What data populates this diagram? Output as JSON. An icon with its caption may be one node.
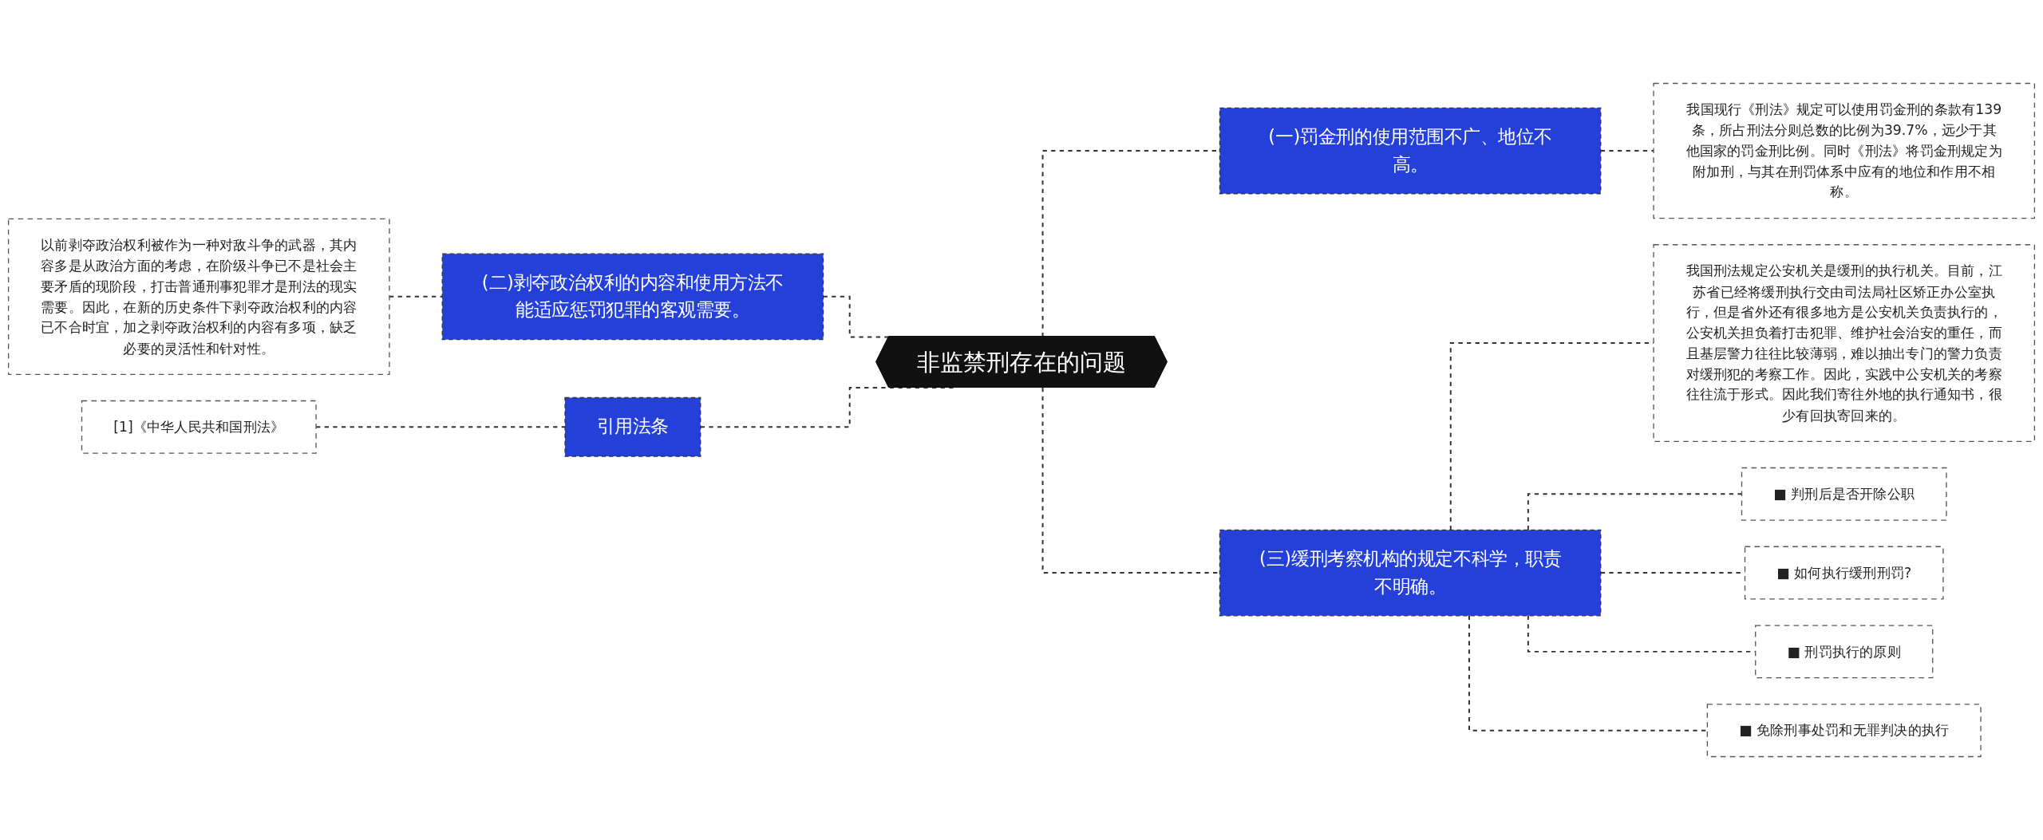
{
  "diagram": {
    "nodes": [
      {
        "text": [
          "非监禁刑存在的问题"
        ]
      },
      {
        "text": [
          "(一)罚金刑的使用范围不广、地位不高。"
        ]
      },
      {
        "text": [
          "我国现行《刑法》规定可以使用罚金刑的条款有139条，所占刑法分则总数的比例为39.7%，远少于其他国家的罚金刑比例。同时《刑法》将罚金刑规定为附加刑，与其在刑罚体系中应有的地位和作用不相称。"
        ]
      },
      {
        "text": [
          "(二)剥夺政治权利的内容和使用方法不能适应惩罚犯罪的客观需要。"
        ]
      },
      {
        "text": [
          "以前剥夺政治权利被作为一种对敌斗争的武器，其内容多是从政治方面的考虑，在阶级斗争已不是社会主要矛盾的现阶段，打击普通刑事犯罪才是刑法的现实需要。因此，在新的历史条件下剥夺政治权利的内容已不合时宜，加之剥夺政治权利的内容有多项，缺乏必要的灵活性和针对性。"
        ]
      },
      {
        "text": [
          "引用法条"
        ]
      },
      {
        "text": [
          "[1]《中华人民共和国刑法》"
        ]
      },
      {
        "text": [
          "(三)缓刑考察机构的规定不科学，职责不明确。"
        ]
      },
      {
        "text": [
          "我国刑法规定公安机关是缓刑的执行机关。目前，江苏省已经将缓刑执行交由司法局社区矫正办公室执行，但是省外还有很多地方是公安机关负责执行的，公安机关担负着打击犯罪、维护社会治安的重任，而且基层警力往往比较薄弱，难以抽出专门的警力负责对缓刑犯的考察工作。因此，实践中公安机关的考察往往流于形式。因此我们寄往外地的执行通知书，很少有回执寄回来的。"
        ]
      },
      {
        "text": [
          "■ 判刑后是否开除公职"
        ]
      },
      {
        "text": [
          "■ 如何执行缓刑刑罚?"
        ]
      },
      {
        "text": [
          "■ 刑罚执行的原则"
        ]
      },
      {
        "text": [
          "■ 免除刑事处罚和无罪判决的执行"
        ]
      }
    ],
    "edges": [
      {
        "from": 0,
        "to": 1,
        "arrow": "none",
        "style": "dashed"
      },
      {
        "from": 1,
        "to": 2,
        "arrow": "none",
        "style": "dashed"
      },
      {
        "from": 0,
        "to": 3,
        "arrow": "none",
        "style": "dashed"
      },
      {
        "from": 3,
        "to": 4,
        "arrow": "none",
        "style": "dashed"
      },
      {
        "from": 0,
        "to": 5,
        "arrow": "none",
        "style": "dashed"
      },
      {
        "from": 5,
        "to": 6,
        "arrow": "none",
        "style": "dashed"
      },
      {
        "from": 0,
        "to": 7,
        "arrow": "none",
        "style": "dashed"
      },
      {
        "from": 7,
        "to": 8,
        "arrow": "none",
        "style": "dashed"
      },
      {
        "from": 7,
        "to": 9,
        "arrow": "none",
        "style": "dashed"
      },
      {
        "from": 7,
        "to": 10,
        "arrow": "none",
        "style": "dashed"
      },
      {
        "from": 7,
        "to": 11,
        "arrow": "none",
        "style": "dashed"
      },
      {
        "from": 7,
        "to": 12,
        "arrow": "none",
        "style": "dashed"
      }
    ]
  }
}
